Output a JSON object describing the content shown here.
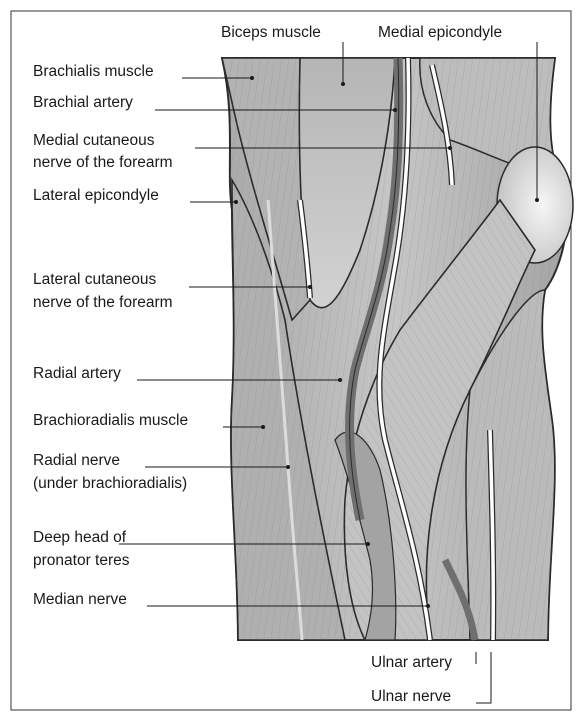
{
  "labels": {
    "biceps_muscle": "Biceps muscle",
    "medial_epicondyle": "Medial epicondyle",
    "brachialis_muscle": "Brachialis muscle",
    "brachial_artery": "Brachial artery",
    "medial_cutaneous_line1": "Medial cutaneous",
    "medial_cutaneous_line2": "nerve of the forearm",
    "lateral_epicondyle": "Lateral epicondyle",
    "lateral_cutaneous_line1": "Lateral cutaneous",
    "lateral_cutaneous_line2": "nerve of the forearm",
    "radial_artery": "Radial artery",
    "brachioradialis_muscle": "Brachioradialis muscle",
    "radial_nerve_line1": "Radial nerve",
    "radial_nerve_line2": "(under brachioradialis)",
    "deep_head_line1": "Deep head of",
    "deep_head_line2": "pronator teres",
    "median_nerve": "Median nerve",
    "ulnar_artery": "Ulnar artery",
    "ulnar_nerve": "Ulnar nerve"
  },
  "colors": {
    "muscle_fill": "#b9b9b9",
    "muscle_light": "#cfcfcf",
    "muscle_dark": "#8f8f8f",
    "outline": "#2b2b2b",
    "vessel": "#7a7a7a",
    "nerve": "#ffffff",
    "frame": "#333333"
  }
}
